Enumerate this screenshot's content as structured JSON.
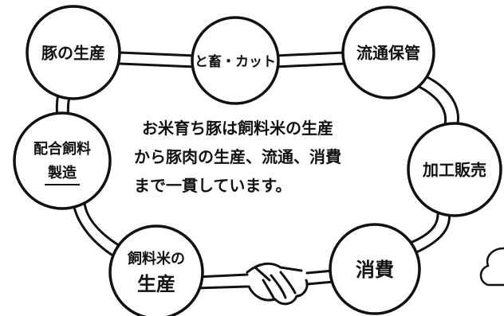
{
  "diagram": {
    "nodes": {
      "pig_production": "豚の生産",
      "slaughter_cut": "と畜・カット",
      "distribution": "流通保管",
      "processing_sales": "加工販売",
      "consumption": "消費",
      "feed_rice_production_line1": "飼料米の",
      "feed_rice_production_line2": "生産",
      "feed_mixing_line1": "配合飼料",
      "feed_mixing_line2": "製造"
    },
    "center_text": {
      "line1": "お米育ち豚は飼料米の生産",
      "line2": "から豚肉の生産、流通、消費",
      "line3": "まで一貫しています。"
    }
  },
  "colors": {
    "ink": "#111111",
    "paper": "#ffffff"
  },
  "icons": [
    "handshake-icon"
  ]
}
